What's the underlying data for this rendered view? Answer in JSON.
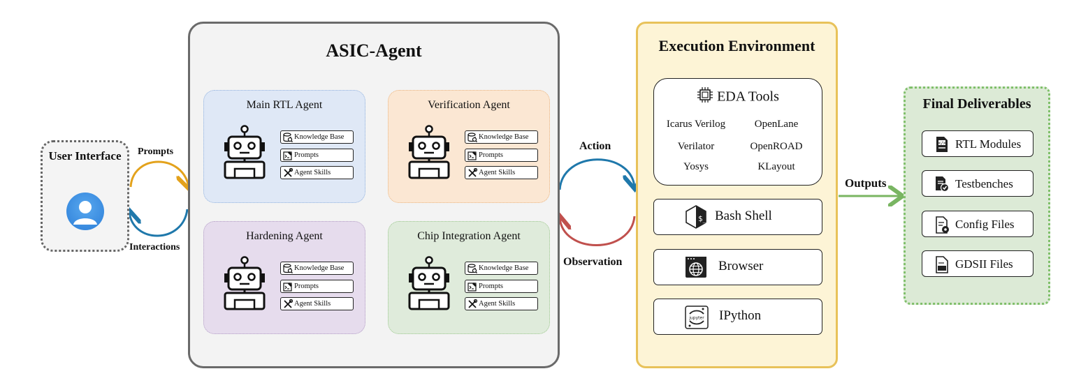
{
  "user_interface": {
    "title": "User Interface"
  },
  "edges": {
    "prompts": "Prompts",
    "interactions": "Interactions",
    "action": "Action",
    "observation": "Observation",
    "outputs": "Outputs"
  },
  "asic_agent": {
    "title": "ASIC-Agent",
    "agents": [
      {
        "name": "Main RTL Agent",
        "color": "#dfe8f6",
        "border": "#8fb0dd"
      },
      {
        "name": "Verification Agent",
        "color": "#fbe7d3",
        "border": "#e9b37e"
      },
      {
        "name": "Hardening Agent",
        "color": "#e6dced",
        "border": "#b19cc4"
      },
      {
        "name": "Chip Integration Agent",
        "color": "#dfebdb",
        "border": "#9cc78d"
      }
    ],
    "chips": [
      "Knowledge Base",
      "Prompts",
      "Agent Skills"
    ]
  },
  "execution_environment": {
    "title": "Execution Environment",
    "eda": {
      "title": "EDA Tools",
      "tools": [
        "Icarus Verilog",
        "OpenLane",
        "Verilator",
        "OpenROAD",
        "Yosys",
        "KLayout"
      ]
    },
    "envs": [
      {
        "label": "Bash Shell",
        "icon": "bash-shell-icon"
      },
      {
        "label": "Browser",
        "icon": "browser-globe-icon"
      },
      {
        "label": "IPython",
        "icon": "jupyter-icon"
      }
    ]
  },
  "final_deliverables": {
    "title": "Final Deliverables",
    "items": [
      {
        "label": "RTL Modules",
        "icon": "code-file-icon"
      },
      {
        "label": "Testbenches",
        "icon": "checked-document-icon"
      },
      {
        "label": "Config Files",
        "icon": "config-file-icon"
      },
      {
        "label": "GDSII Files",
        "icon": "layout-file-icon"
      }
    ]
  },
  "colors": {
    "prompts_arrow": "#e3a21c",
    "interactions_arrow": "#1f78ab",
    "action_arrow": "#1f78ab",
    "observation_arrow": "#c0504d",
    "outputs_arrow": "#79b562"
  }
}
